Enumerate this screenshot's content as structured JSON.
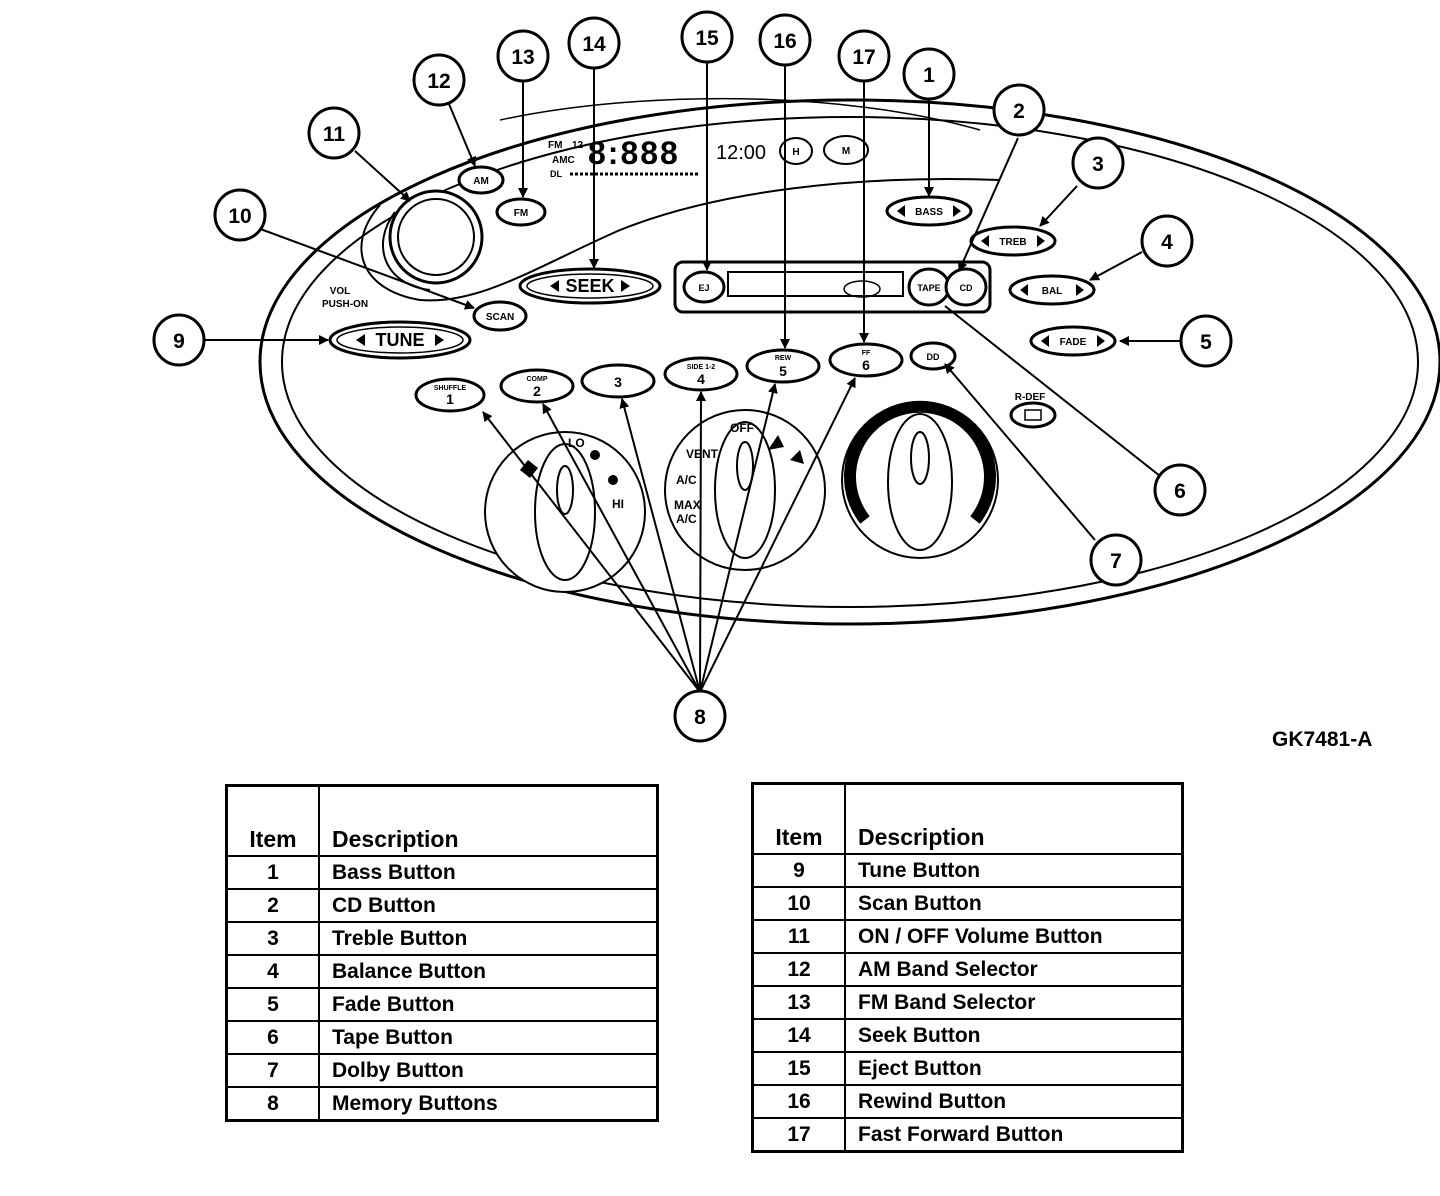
{
  "figure_id": "GK7481-A",
  "panel": {
    "display": {
      "band_indicators": [
        "FM",
        "12",
        "AMC"
      ],
      "lower_indicator": "DL",
      "digits": "8:888",
      "clock": "12:00",
      "small_buttons": [
        "H",
        "M"
      ]
    },
    "button_labels": {
      "am": "AM",
      "fm": "FM",
      "seek": "SEEK",
      "tune": "TUNE",
      "scan": "SCAN",
      "eject": "EJ",
      "tape": "TAPE",
      "cd": "CD",
      "bass": "BASS",
      "treb": "TREB",
      "bal": "BAL",
      "fade": "FADE",
      "preset_1": "1",
      "preset_2": "2",
      "preset_3": "3",
      "preset_4": "4",
      "preset_5": "5",
      "preset_6": "6",
      "preset_1_top": "SHUFFLE",
      "preset_2_top": "COMP",
      "preset_4_top": "SIDE 1-2",
      "preset_5_top": "REW",
      "preset_6_top": "FF",
      "dolby": "DD"
    },
    "labels": {
      "vol": "VOL",
      "push_on": "PUSH-ON",
      "r_def": "R-DEF",
      "fan_lo": "LO",
      "fan_hi": "HI",
      "off": "OFF",
      "vent": "VENT",
      "ac": "A/C",
      "max": "MAX",
      "max_ac": "A/C"
    }
  },
  "callouts": [
    "1",
    "2",
    "3",
    "4",
    "5",
    "6",
    "7",
    "8",
    "9",
    "10",
    "11",
    "12",
    "13",
    "14",
    "15",
    "16",
    "17"
  ],
  "legend_left": {
    "headers": [
      "Item",
      "Description"
    ],
    "rows": [
      {
        "item": "1",
        "desc": "Bass Button"
      },
      {
        "item": "2",
        "desc": "CD Button"
      },
      {
        "item": "3",
        "desc": "Treble Button"
      },
      {
        "item": "4",
        "desc": "Balance Button"
      },
      {
        "item": "5",
        "desc": "Fade Button"
      },
      {
        "item": "6",
        "desc": "Tape Button"
      },
      {
        "item": "7",
        "desc": "Dolby Button"
      },
      {
        "item": "8",
        "desc": "Memory Buttons"
      }
    ]
  },
  "legend_right": {
    "headers": [
      "Item",
      "Description"
    ],
    "rows": [
      {
        "item": "9",
        "desc": "Tune Button"
      },
      {
        "item": "10",
        "desc": "Scan Button"
      },
      {
        "item": "11",
        "desc": "ON / OFF Volume Button"
      },
      {
        "item": "12",
        "desc": "AM Band Selector"
      },
      {
        "item": "13",
        "desc": "FM Band Selector"
      },
      {
        "item": "14",
        "desc": "Seek Button"
      },
      {
        "item": "15",
        "desc": "Eject Button"
      },
      {
        "item": "16",
        "desc": "Rewind Button"
      },
      {
        "item": "17",
        "desc": "Fast Forward Button"
      }
    ]
  }
}
